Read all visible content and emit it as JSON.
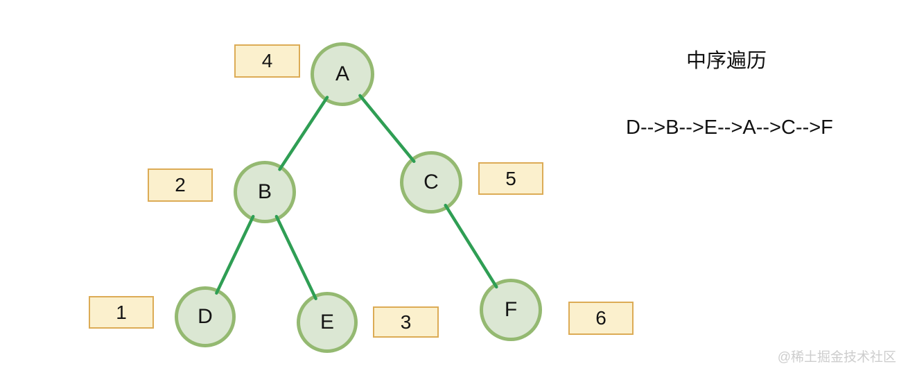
{
  "title": "中序遍历",
  "traversal_sequence": "D-->B-->E-->A-->C-->F",
  "watermark": "@稀土掘金技术社区",
  "tree": {
    "nodes": [
      {
        "id": "A",
        "label": "A",
        "order_label": "4"
      },
      {
        "id": "B",
        "label": "B",
        "order_label": "2"
      },
      {
        "id": "C",
        "label": "C",
        "order_label": "5"
      },
      {
        "id": "D",
        "label": "D",
        "order_label": "1"
      },
      {
        "id": "E",
        "label": "E",
        "order_label": "3"
      },
      {
        "id": "F",
        "label": "F",
        "order_label": "6"
      }
    ],
    "edges": [
      {
        "from": "A",
        "to": "B"
      },
      {
        "from": "A",
        "to": "C"
      },
      {
        "from": "B",
        "to": "D"
      },
      {
        "from": "B",
        "to": "E"
      },
      {
        "from": "C",
        "to": "F"
      }
    ]
  },
  "colors": {
    "background": "#ffffff",
    "node_fill": "#dbe7d3",
    "node_border": "#94b971",
    "edge": "#2f9e54",
    "box_fill": "#fbf0cd",
    "box_border": "#dcab55",
    "text": "#141414",
    "watermark_text": "#cdcdcd"
  }
}
